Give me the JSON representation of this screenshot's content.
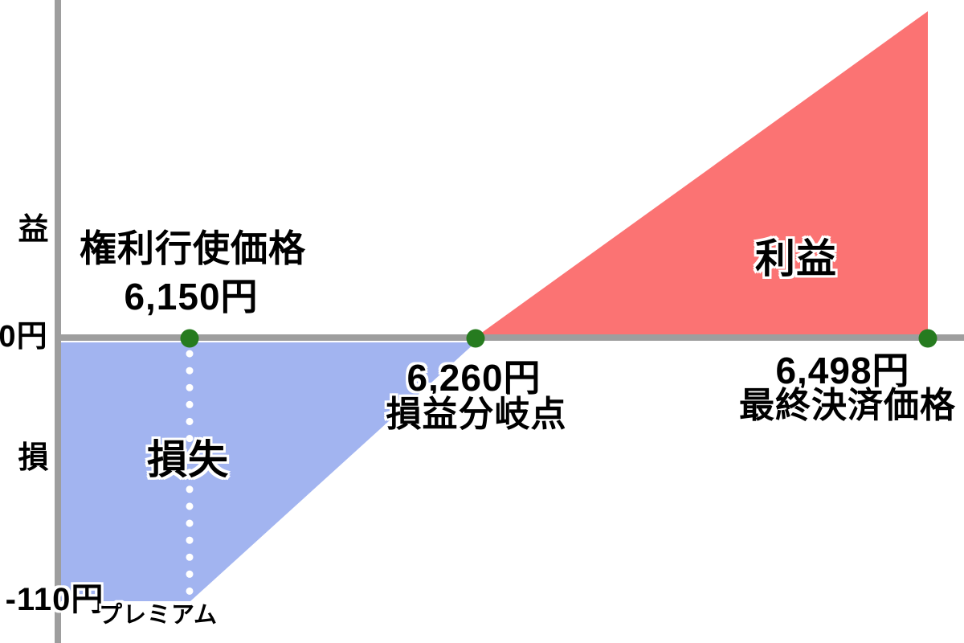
{
  "labels": {
    "y_gain": "益",
    "y_zero": "0円",
    "y_loss": "損",
    "y_premium": "-110円",
    "strike_title": "権利行使価格",
    "strike_value": "6,150円",
    "loss_area": "損失",
    "premium": "プレミアム",
    "breakeven_value": "6,260円",
    "breakeven_title": "損益分岐点",
    "profit_area": "利益",
    "settlement_value": "6,498円",
    "settlement_title": "最終決済価格"
  },
  "colors": {
    "loss_fill": "#a2b4f0",
    "profit_fill": "#fb7373",
    "axis": "#9e9e9e",
    "marker": "#267b1f",
    "dotted": "#ffffff",
    "text": "#000000",
    "background": "#ffffff"
  },
  "chart_data": {
    "type": "area",
    "x_axis": {
      "unit": "円",
      "tick_prices": [
        6150,
        6260,
        6498
      ]
    },
    "y_axis": {
      "unit": "円",
      "gain_label": "益",
      "zero_label": "0円",
      "loss_label": "損",
      "premium_level_label": "-110円",
      "premium_level": -110
    },
    "key_points": [
      {
        "role": "strike",
        "price": 6150,
        "label": "権利行使価格",
        "value_text": "6,150円",
        "profit_loss": -110
      },
      {
        "role": "breakeven",
        "price": 6260,
        "label": "損益分岐点",
        "value_text": "6,260円",
        "profit_loss": 0
      },
      {
        "role": "settlement",
        "price": 6498,
        "label": "最終決済価格",
        "value_text": "6,498円"
      }
    ],
    "premium": {
      "label": "プレミアム",
      "value": -110,
      "value_text": "-110円"
    },
    "payoff_line": [
      {
        "price": "below_strike",
        "profit_loss": -110
      },
      {
        "price": 6150,
        "profit_loss": -110
      },
      {
        "price": 6260,
        "profit_loss": 0
      },
      {
        "price": 6498,
        "profit_loss": "positive_max_shown"
      }
    ],
    "regions": [
      {
        "name": "損失",
        "color": "#a2b4f0",
        "position": "below-zero-line"
      },
      {
        "name": "利益",
        "color": "#fb7373",
        "position": "above-zero-line"
      }
    ],
    "markers": {
      "shape": "circle",
      "color": "#267b1f",
      "at_prices": [
        6150,
        6260,
        6498
      ]
    },
    "grid": false,
    "legend": false
  }
}
